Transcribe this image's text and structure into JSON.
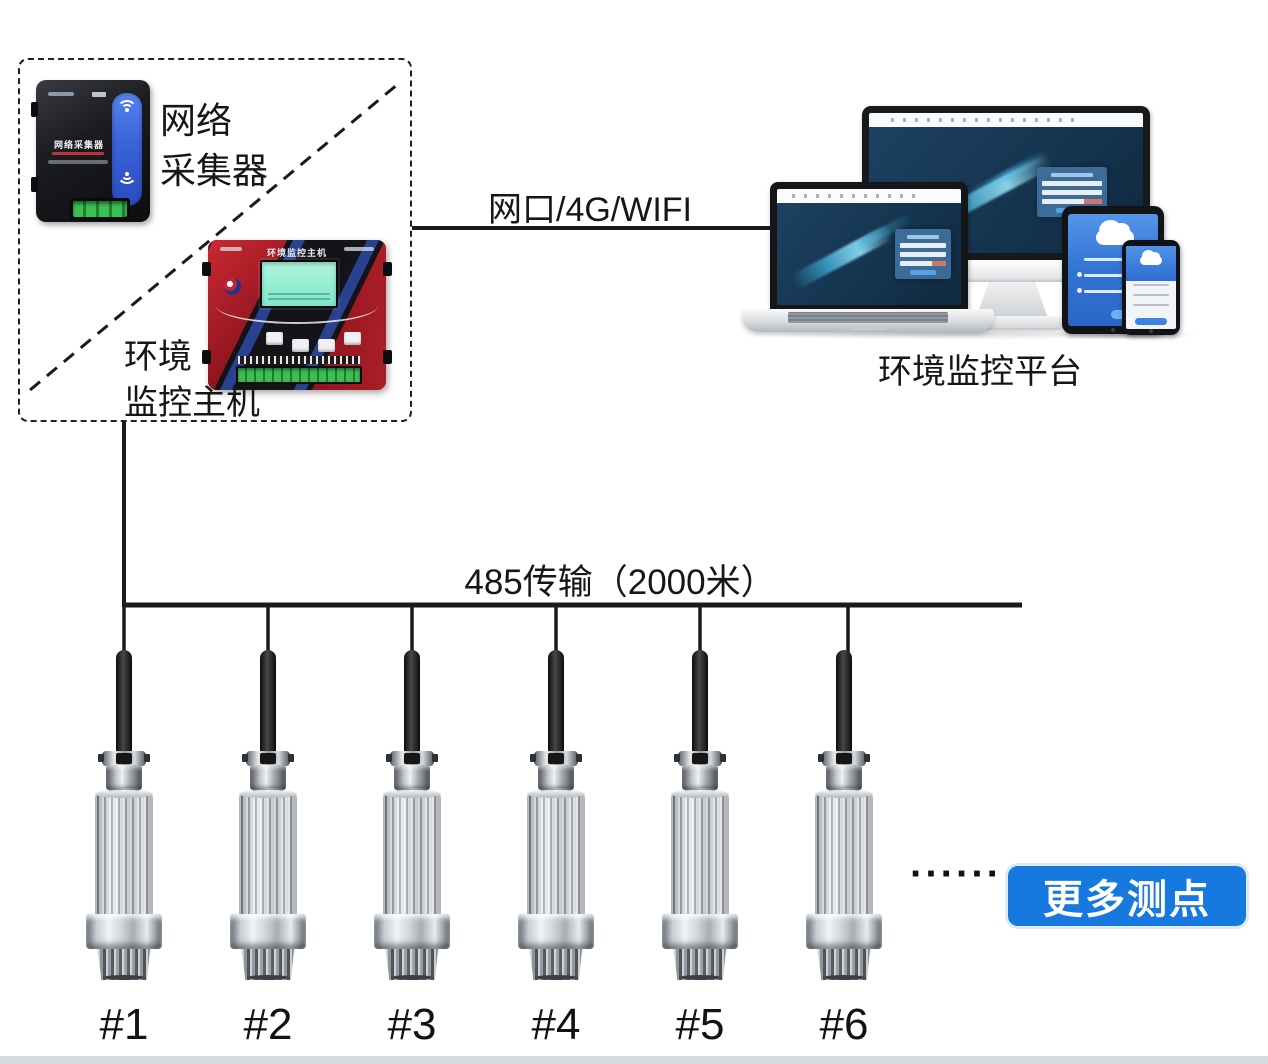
{
  "colors": {
    "line": "#1a1a1a",
    "accent_blue": "#1779df",
    "lcd": "#8ceed2",
    "panel_blue": "#3a68d8",
    "terminal_green": "#2f9e44",
    "screen_navy": "#16334e"
  },
  "collector_box": {
    "collector_label": [
      "网络",
      "采集器"
    ],
    "host_label": [
      "环境",
      "监控主机"
    ],
    "collector_print": "网络采集器",
    "host_print": "环境监控主机"
  },
  "links": {
    "uplink": "网口/4G/WIFI",
    "bus": "485传输（2000米）"
  },
  "platform": {
    "caption": "环境监控平台"
  },
  "sensors": [
    {
      "label": "#1"
    },
    {
      "label": "#2"
    },
    {
      "label": "#3"
    },
    {
      "label": "#4"
    },
    {
      "label": "#5"
    },
    {
      "label": "#6"
    }
  ],
  "more": {
    "ellipsis": "······",
    "button_label": "更多测点"
  }
}
